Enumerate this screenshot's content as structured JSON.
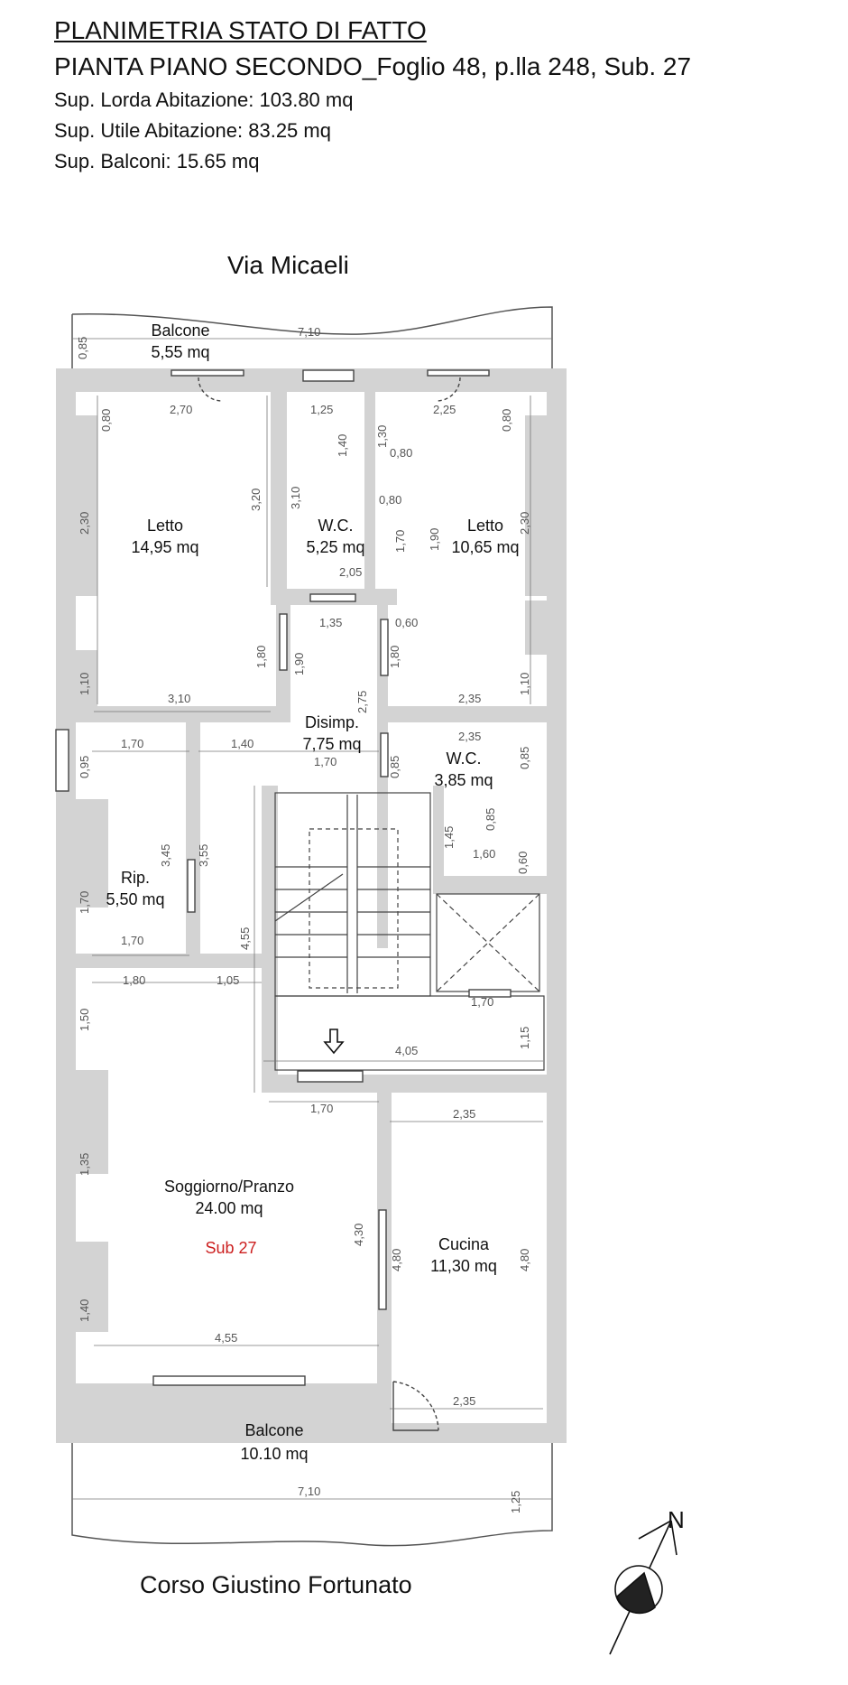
{
  "header": {
    "title": "PLANIMETRIA STATO DI FATTO",
    "subtitle": "PIANTA PIANO SECONDO_Foglio 48, p.lla 248, Sub. 27",
    "areas": [
      "Sup. Lorda Abitazione: 103.80 mq",
      "Sup. Utile Abitazione: 83.25 mq",
      "Sup. Balconi: 15.65 mq"
    ]
  },
  "streets": {
    "north": "Via Micaeli",
    "south": "Corso Giustino Fortunato"
  },
  "compass": {
    "label": "N"
  },
  "sub_label": {
    "text": "Sub 27",
    "color": "#cc1f1f"
  },
  "colors": {
    "wall": "#d3d3d3",
    "line": "#555555",
    "text": "#111111"
  },
  "rooms": [
    {
      "id": "balcone-north",
      "name": "Balcone",
      "area": "5,55 mq"
    },
    {
      "id": "letto-west",
      "name": "Letto",
      "area": "14,95 mq"
    },
    {
      "id": "wc-north",
      "name": "W.C.",
      "area": "5,25 mq"
    },
    {
      "id": "letto-east",
      "name": "Letto",
      "area": "10,65 mq"
    },
    {
      "id": "disimpegno",
      "name": "Disimp.",
      "area": "7,75 mq"
    },
    {
      "id": "wc-east",
      "name": "W.C.",
      "area": "3,85 mq"
    },
    {
      "id": "ripostiglio",
      "name": "Rip.",
      "area": "5,50 mq"
    },
    {
      "id": "soggiorno",
      "name": "Soggiorno/Pranzo",
      "area": "24.00 mq"
    },
    {
      "id": "cucina",
      "name": "Cucina",
      "area": "11,30 mq"
    },
    {
      "id": "balcone-south",
      "name": "Balcone",
      "area": "10.10 mq"
    }
  ],
  "dimensions": [
    "7,10",
    "0,85",
    "2,70",
    "1,25",
    "2,25",
    "0,80",
    "0,80",
    "1,40",
    "1,30",
    "0,80",
    "0,80",
    "2,30",
    "3,20",
    "3,10",
    "1,70",
    "1,90",
    "2,30",
    "2,05",
    "1,35",
    "0,60",
    "1,80",
    "1,90",
    "1,80",
    "1,10",
    "3,10",
    "2,75",
    "2,35",
    "1,10",
    "1,70",
    "1,40",
    "1,70",
    "2,35",
    "0,95",
    "0,85",
    "0,85",
    "3,45",
    "3,55",
    "1,45",
    "0,85",
    "1,70",
    "1,60",
    "0,60",
    "1,70",
    "4,55",
    "1,80",
    "1,05",
    "1,70",
    "1,50",
    "1,15",
    "4,05",
    "1,70",
    "2,35",
    "1,35",
    "4,30",
    "4,80",
    "4,80",
    "1,40",
    "4,55",
    "2,35",
    "7,10",
    "1,25"
  ]
}
